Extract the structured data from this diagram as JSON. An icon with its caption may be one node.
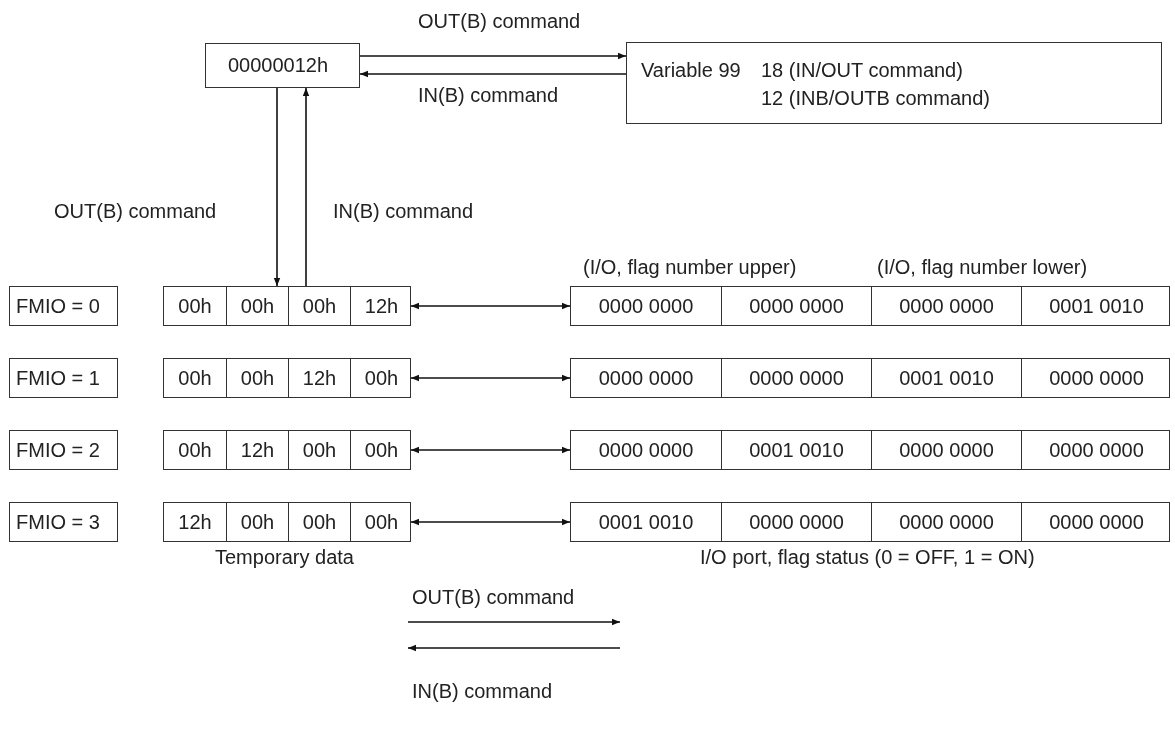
{
  "diagram": {
    "nodes": [
      {
        "text": [
          "00000012h"
        ]
      },
      {
        "text": [
          "Variable 99",
          "18 (IN/OUT command)",
          "12 (INB/OUTB command)"
        ]
      },
      {
        "text": [
          "FMIO = 0"
        ]
      },
      {
        "text": [
          "00h",
          "00h",
          "00h",
          "12h"
        ]
      },
      {
        "text": [
          "0000 0000",
          "0000 0000",
          "0000 0000",
          "0001 0010"
        ],
        "beside": [
          "(I/O, flag number upper)",
          "(I/O, flag number lower)"
        ]
      },
      {
        "text": [
          "FMIO = 1"
        ]
      },
      {
        "text": [
          "00h",
          "00h",
          "12h",
          "00h"
        ]
      },
      {
        "text": [
          "0000 0000",
          "0000 0000",
          "0001 0010",
          "0000 0000"
        ]
      },
      {
        "text": [
          "FMIO = 2"
        ]
      },
      {
        "text": [
          "00h",
          "12h",
          "00h",
          "00h"
        ]
      },
      {
        "text": [
          "0000 0000",
          "0001 0010",
          "0000 0000",
          "0000 0000"
        ]
      },
      {
        "text": [
          "FMIO = 3"
        ]
      },
      {
        "text": [
          "12h",
          "00h",
          "00h",
          "00h"
        ],
        "beside": [
          "Temporary data"
        ]
      },
      {
        "text": [
          "0001 0010",
          "0000 0000",
          "0000 0000",
          "0000 0000"
        ],
        "beside": [
          "I/O port, flag status (0 = OFF, 1 = ON)"
        ]
      }
    ],
    "edges": [
      {
        "from": 0,
        "to": 1,
        "arrow": "to",
        "label": "OUT(B) command"
      },
      {
        "from": 1,
        "to": 0,
        "arrow": "to",
        "label": "IN(B) command"
      },
      {
        "from": 0,
        "to": 3,
        "arrow": "to",
        "label": "OUT(B) command"
      },
      {
        "from": 3,
        "to": 0,
        "arrow": "to",
        "label": "IN(B) command"
      },
      {
        "from": 3,
        "to": 4,
        "arrow": "both"
      },
      {
        "from": 6,
        "to": 7,
        "arrow": "both"
      },
      {
        "from": 9,
        "to": 10,
        "arrow": "both"
      },
      {
        "from": 12,
        "to": 13,
        "arrow": "both"
      }
    ],
    "labels": [
      "OUT(B) command",
      "IN(B) command"
    ]
  }
}
